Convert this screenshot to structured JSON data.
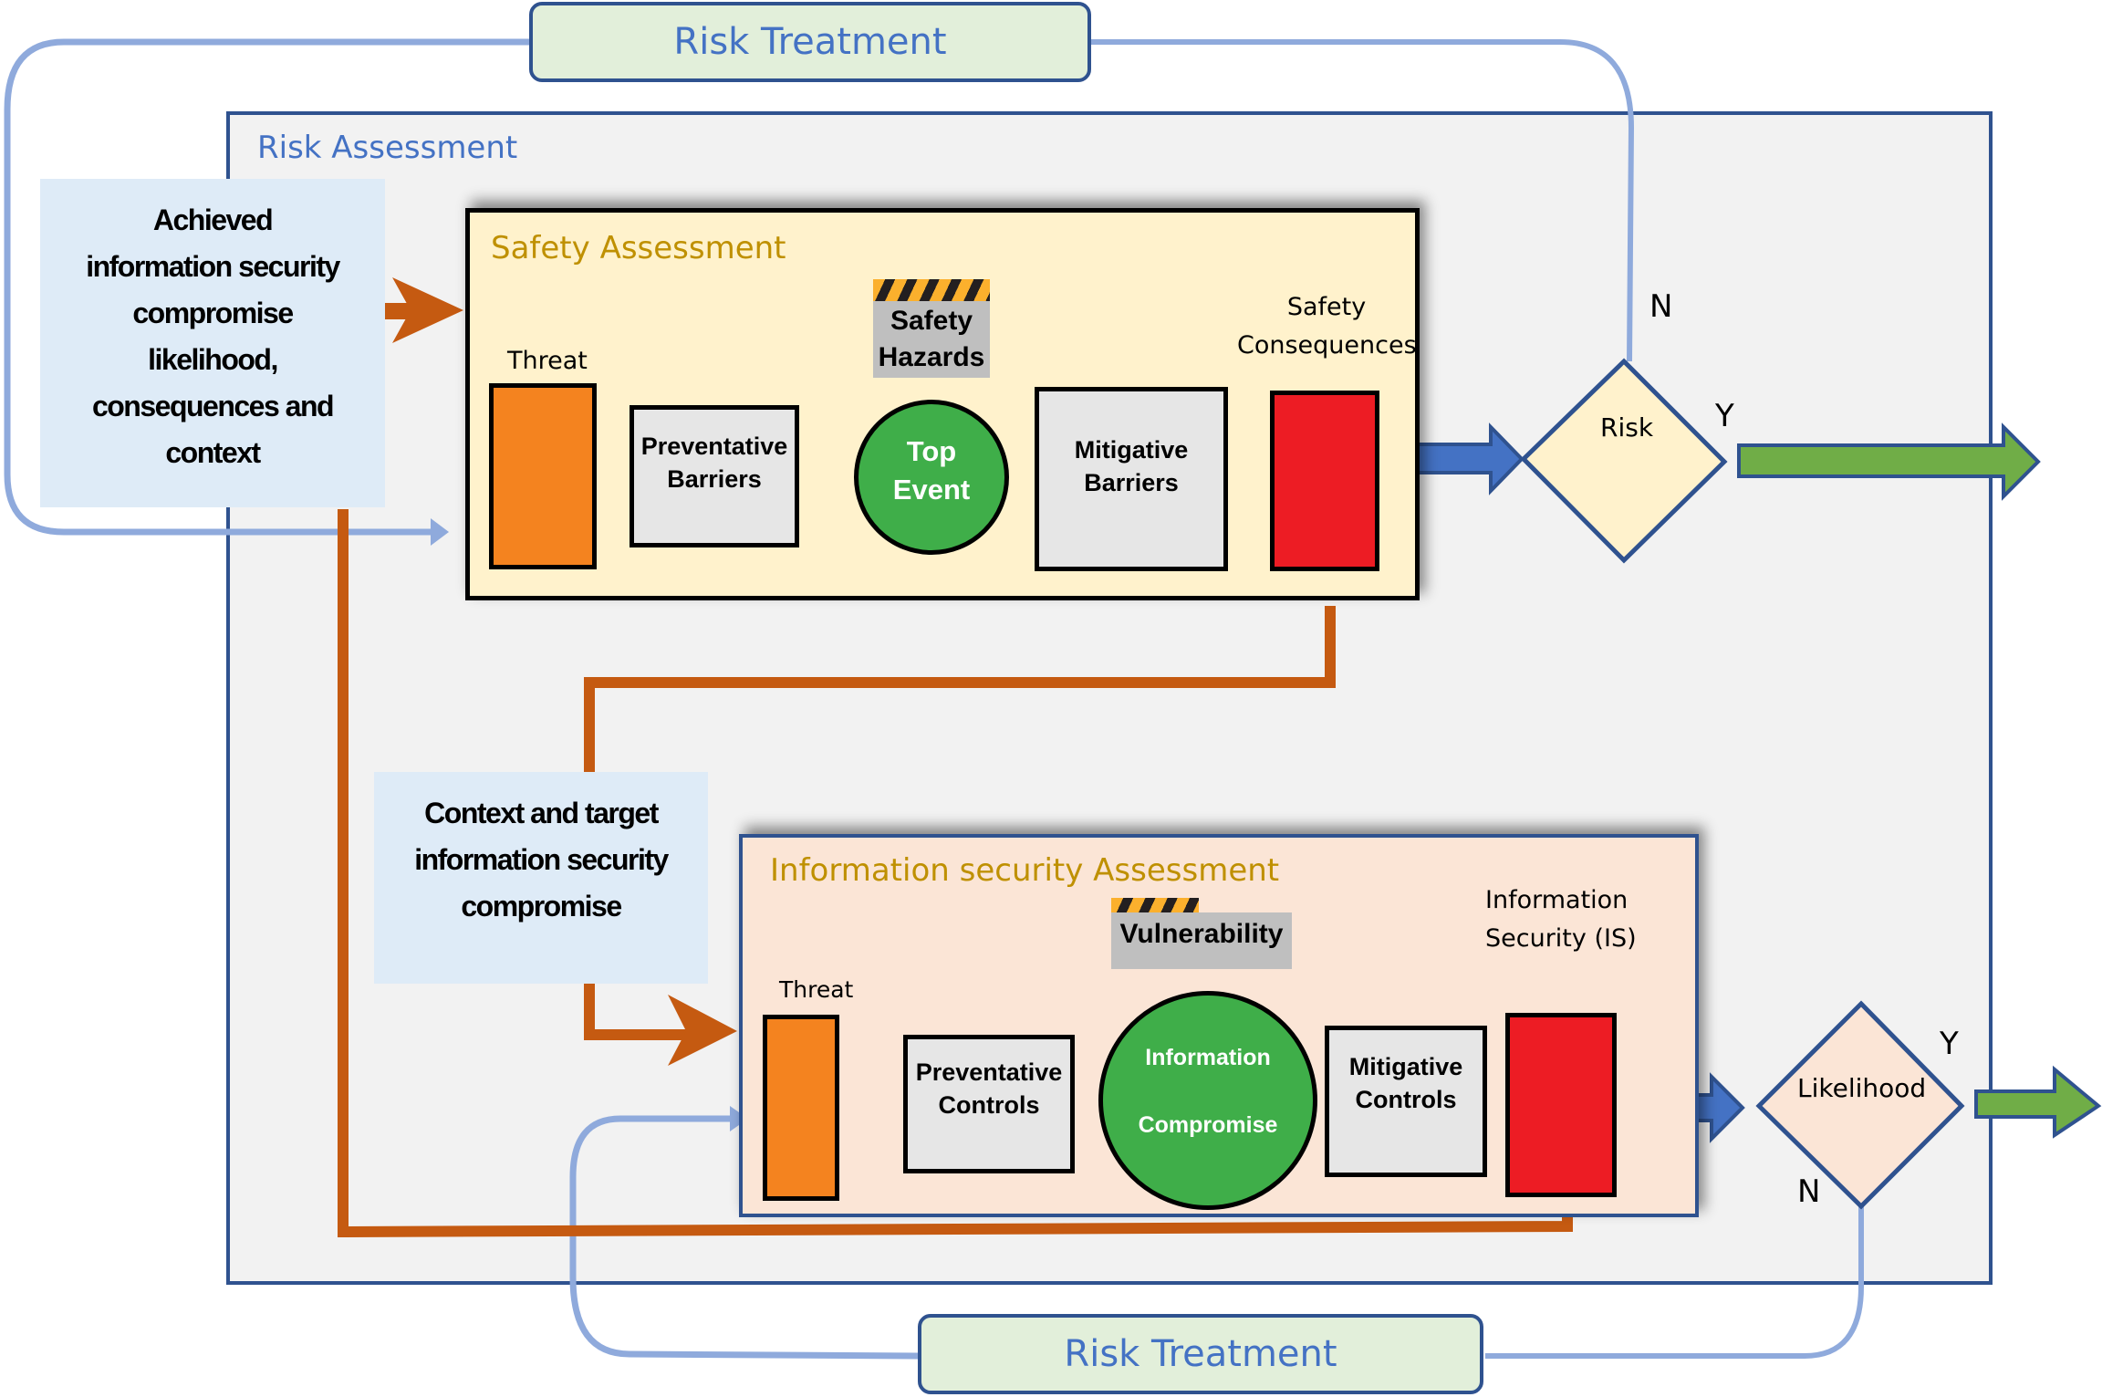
{
  "risk_treatment_top": {
    "label": "Risk Treatment"
  },
  "risk_treatment_bottom": {
    "label": "Risk Treatment"
  },
  "risk_assessment": {
    "label": "Risk Assessment"
  },
  "achieved_note": {
    "lines": [
      "Achieved",
      "information security",
      "compromise",
      "likelihood,",
      "consequences and",
      "context"
    ]
  },
  "context_note": {
    "lines": [
      "Context and target",
      "information security",
      "compromise"
    ]
  },
  "safety_assessment": {
    "label": "Safety Assessment",
    "threat_label": "Threat",
    "preventative": [
      "Preventative",
      "Barriers"
    ],
    "hazard": [
      "Safety",
      "Hazards"
    ],
    "top_event": [
      "Top",
      "Event"
    ],
    "mitigative": [
      "Mitigative",
      "Barriers"
    ],
    "consequence_label": [
      "Safety",
      "Consequences"
    ]
  },
  "is_assessment": {
    "label": "Information security Assessment",
    "threat_label": "Threat",
    "preventative": [
      "Preventative",
      "Controls"
    ],
    "hazard": "Vulnerability",
    "event": [
      "Information",
      "Compromise"
    ],
    "mitigative": [
      "Mitigative",
      "Controls"
    ],
    "consequence_label": [
      "Information",
      "Security (IS)"
    ]
  },
  "risk_decision": {
    "label": "Risk",
    "yes": "Y",
    "no": "N"
  },
  "likelihood_decision": {
    "label": "Likelihood",
    "yes": "Y",
    "no": "N"
  },
  "colors": {
    "connector_blue": "#8faadc",
    "flow_orange": "#c55a11",
    "border_blue": "#2f528f",
    "arrow_blue": "#4472c4",
    "arrow_green": "#70ad47",
    "threat_orange": "#f4831f",
    "consequence_red": "#ed1c24",
    "event_green": "#3fae49"
  }
}
